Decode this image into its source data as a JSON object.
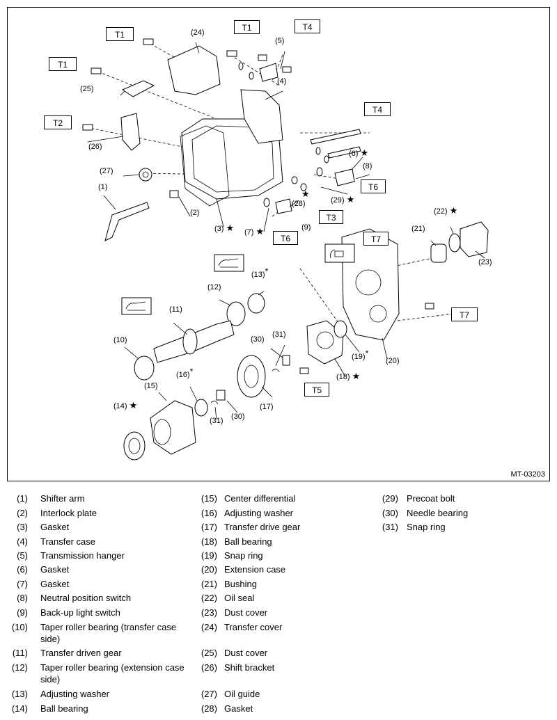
{
  "figure": {
    "id_label": "MT-03203",
    "codes": {
      "t1a": "T1",
      "t1b": "T1",
      "t1c": "T1",
      "t2": "T2",
      "t3": "T3",
      "t4a": "T4",
      "t4b": "T4",
      "t5": "T5",
      "t6a": "T6",
      "t6b": "T6",
      "t7a": "T7",
      "t7b": "T7"
    },
    "callouts": {
      "c1": "(1)",
      "c2": "(2)",
      "c3": "(3)",
      "c4": "(4)",
      "c5": "(5)",
      "c6": "(6)",
      "c7": "(7)",
      "c8": "(8)",
      "c9": "(9)",
      "c10": "(10)",
      "c11": "(11)",
      "c12": "(12)",
      "c13": "(13)",
      "c14": "(14)",
      "c15": "(15)",
      "c16": "(16)",
      "c17": "(17)",
      "c18": "(18)",
      "c19": "(19)",
      "c20": "(20)",
      "c21": "(21)",
      "c22": "(22)",
      "c23": "(23)",
      "c24": "(24)",
      "c25": "(25)",
      "c26": "(26)",
      "c27": "(27)",
      "c28": "(28)",
      "c29": "(29)",
      "c30a": "(30)",
      "c30b": "(30)",
      "c31a": "(31)",
      "c31b": "(31)"
    },
    "symbols": {
      "star": "★",
      "asterisk": "*"
    }
  },
  "legend": {
    "col1": [
      {
        "num": "(1)",
        "name": "Shifter arm"
      },
      {
        "num": "(2)",
        "name": "Interlock plate"
      },
      {
        "num": "(3)",
        "name": "Gasket"
      },
      {
        "num": "(4)",
        "name": "Transfer case"
      },
      {
        "num": "(5)",
        "name": "Transmission hanger"
      },
      {
        "num": "(6)",
        "name": "Gasket"
      },
      {
        "num": "(7)",
        "name": "Gasket"
      },
      {
        "num": "(8)",
        "name": "Neutral position switch"
      },
      {
        "num": "(9)",
        "name": "Back-up light switch"
      },
      {
        "num": "(10)",
        "name": "Taper roller bearing (transfer case side)"
      },
      {
        "num": "(11)",
        "name": "Transfer driven gear"
      },
      {
        "num": "(12)",
        "name": "Taper roller bearing (extension case side)"
      },
      {
        "num": "(13)",
        "name": "Adjusting washer"
      },
      {
        "num": "(14)",
        "name": "Ball bearing"
      }
    ],
    "col2": [
      {
        "num": "(15)",
        "name": "Center differential"
      },
      {
        "num": "(16)",
        "name": "Adjusting washer"
      },
      {
        "num": "(17)",
        "name": "Transfer drive gear"
      },
      {
        "num": "(18)",
        "name": "Ball bearing"
      },
      {
        "num": "(19)",
        "name": "Snap ring"
      },
      {
        "num": "(20)",
        "name": "Extension case"
      },
      {
        "num": "(21)",
        "name": "Bushing"
      },
      {
        "num": "(22)",
        "name": "Oil seal"
      },
      {
        "num": "(23)",
        "name": "Dust cover"
      },
      {
        "num": "(24)",
        "name": "Transfer cover"
      },
      {
        "num": "(25)",
        "name": "Dust cover"
      },
      {
        "num": "(26)",
        "name": "Shift bracket"
      },
      {
        "num": "(27)",
        "name": "Oil guide"
      },
      {
        "num": "(28)",
        "name": "Gasket"
      }
    ],
    "col3": [
      {
        "num": "(29)",
        "name": "Precoat bolt"
      },
      {
        "num": "(30)",
        "name": "Needle bearing"
      },
      {
        "num": "(31)",
        "name": "Snap ring"
      }
    ]
  }
}
